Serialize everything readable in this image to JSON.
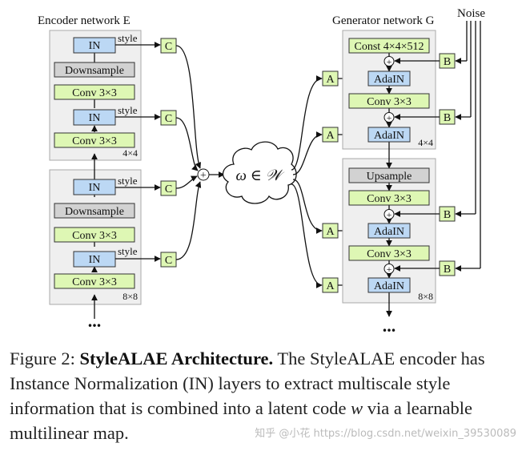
{
  "encoder": {
    "title": "Encoder network E",
    "block1": {
      "in_a": "IN",
      "downsample": "Downsample",
      "conv_a": "Conv 3×3",
      "in_b": "IN",
      "conv_b": "Conv 3×3",
      "res": "4×4"
    },
    "block2": {
      "in_a": "IN",
      "downsample": "Downsample",
      "conv_a": "Conv 3×3",
      "in_b": "IN",
      "conv_b": "Conv 3×3",
      "res": "8×8"
    },
    "style_label": "style",
    "c_label": "C",
    "dots": "..."
  },
  "mapping": {
    "plus": "+",
    "w_label": "ω ∈ 𝒲"
  },
  "generator": {
    "title": "Generator network G",
    "noise": "Noise",
    "block1": {
      "const": "Const 4×4×512",
      "adain_a": "AdaIN",
      "conv": "Conv 3×3",
      "adain_b": "AdaIN",
      "res": "4×4"
    },
    "block2": {
      "upsample": "Upsample",
      "conv_a": "Conv 3×3",
      "adain_a": "AdaIN",
      "conv_b": "Conv 3×3",
      "adain_b": "AdaIN",
      "res": "8×8"
    },
    "style_label": "style",
    "a_label": "A",
    "b_label": "B",
    "plus": "+",
    "dots": "..."
  },
  "caption": {
    "prefix": "Figure 2: ",
    "bold": "StyleALAE Architecture.",
    "text": " The StyleALAE encoder has Instance Normalization (IN) layers to extract multiscale style information that is combined into a latent code ",
    "var": "w",
    "suffix": " via a learnable multilinear map."
  },
  "watermark": "知乎 @小花  https://blog.csdn.net/weixin_39530089",
  "colors": {
    "in_box": "#bcd8f4",
    "conv_box": "#def7b4",
    "down_box": "#d2d2d2",
    "panel": "#efefef",
    "panel_border": "#a8a8a8"
  }
}
